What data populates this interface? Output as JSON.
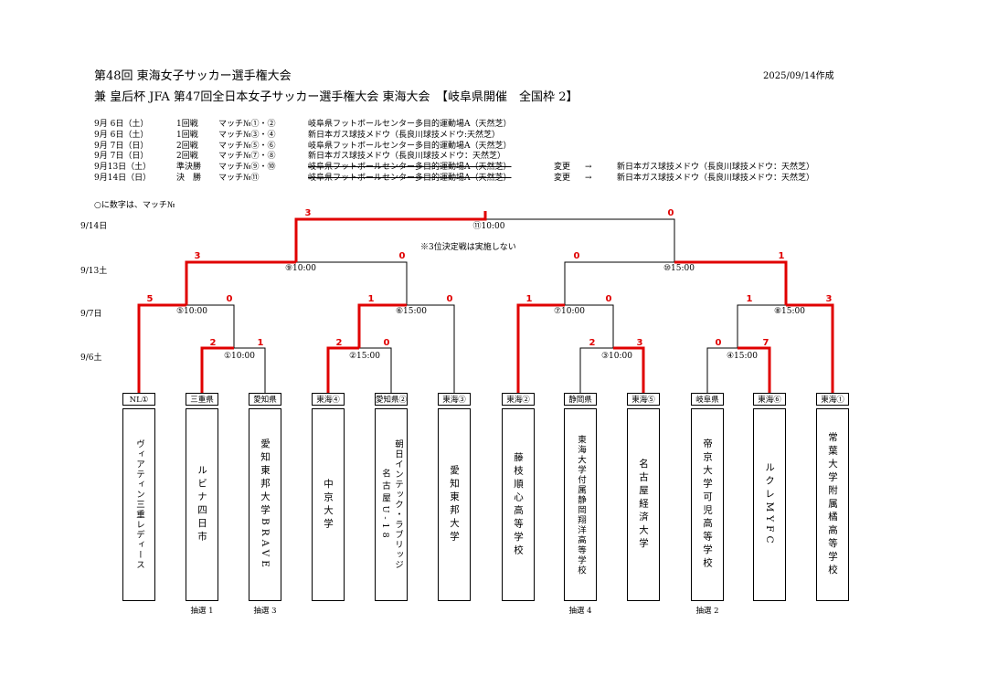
{
  "header": {
    "title1": "第48回 東海女子サッカー選手権大会",
    "title2": "兼 皇后杯 JFA 第47回全日本女子サッカー選手権大会 東海大会　【岐阜県開催　全国枠 2】",
    "created": "2025/09/14作成"
  },
  "schedule": [
    {
      "date": "9月 6日（土）",
      "round": "1回戦",
      "match": "マッチ№①・②",
      "venue": "岐阜県フットボールセンター多目的運動場A（天然芝）",
      "change": "",
      "arrow": "",
      "newvenue": ""
    },
    {
      "date": "9月 6日（土）",
      "round": "1回戦",
      "match": "マッチ№③・④",
      "venue": "新日本ガス球技メドウ（長良川球技メドウ:天然芝）",
      "change": "",
      "arrow": "",
      "newvenue": ""
    },
    {
      "date": "9月 7日（日）",
      "round": "2回戦",
      "match": "マッチ№⑤・⑥",
      "venue": "岐阜県フットボールセンター多目的運動場A（天然芝）",
      "change": "",
      "arrow": "",
      "newvenue": ""
    },
    {
      "date": "9月 7日（日）",
      "round": "2回戦",
      "match": "マッチ№⑦・⑧",
      "venue": "新日本ガス球技メドウ（長良川球技メドウ：天然芝）",
      "change": "",
      "arrow": "",
      "newvenue": ""
    },
    {
      "date": "9月13日（土）",
      "round": "準決勝",
      "match": "マッチ№⑨・⑩",
      "venue": "岐阜県フットボールセンター多目的運動場A（天然芝）",
      "change": "変更",
      "arrow": "→",
      "newvenue": "新日本ガス球技メドウ（長良川球技メドウ：天然芝）"
    },
    {
      "date": "9月14日（日）",
      "round": "決　勝",
      "match": "マッチ№⑪",
      "venue": "岐阜県フットボールセンター多目的運動場A（天然芝）",
      "change": "変更",
      "arrow": "→",
      "newvenue": "新日本ガス球技メドウ（長良川球技メドウ：天然芝）"
    }
  ],
  "note": "○に数字は、マッチ№",
  "rows": {
    "r4": "9/14日",
    "r3": "9/13土",
    "r2": "9/7日",
    "r1": "9/6土"
  },
  "no_third_place": "※3位決定戦は実施しない",
  "matches": {
    "m1": "①10:00",
    "m2": "②15:00",
    "m3": "③10:00",
    "m4": "④15:00",
    "m5": "⑤10:00",
    "m6": "⑥15:00",
    "m7": "⑦10:00",
    "m8": "⑧15:00",
    "m9": "⑨10:00",
    "m10": "⑩15:00",
    "m11": "⑪10:00"
  },
  "scores": {
    "m1": [
      "2",
      "1"
    ],
    "m2": [
      "2",
      "0"
    ],
    "m3": [
      "2",
      "3"
    ],
    "m4": [
      "0",
      "7"
    ],
    "m5": [
      "5",
      "0"
    ],
    "m6": [
      "1",
      "0"
    ],
    "m7": [
      "1",
      "0"
    ],
    "m8": [
      "1",
      "3"
    ],
    "m9": [
      "3",
      "0"
    ],
    "m10": [
      "0",
      "1"
    ],
    "m11": [
      "3",
      "0"
    ]
  },
  "teams": [
    {
      "seed": "NL①",
      "name": [
        "ヴィアティン三重レディース"
      ],
      "lot": ""
    },
    {
      "seed": "三重県",
      "name": [
        "ルビナ四日市"
      ],
      "lot": "抽選 1"
    },
    {
      "seed": "愛知県",
      "name": [
        "愛知東邦大学BRAVE"
      ],
      "lot": "抽選 3"
    },
    {
      "seed": "東海④",
      "name": [
        "中京大学"
      ],
      "lot": ""
    },
    {
      "seed": "愛知県②",
      "name": [
        "朝日インテック・ラブリッジ",
        "名古屋U-18"
      ],
      "lot": ""
    },
    {
      "seed": "東海③",
      "name": [
        "愛知東邦大学"
      ],
      "lot": ""
    },
    {
      "seed": "東海②",
      "name": [
        "藤枝順心高等学校"
      ],
      "lot": ""
    },
    {
      "seed": "静岡県",
      "name": [
        "東海大学付属静岡翔洋高等学校"
      ],
      "lot": "抽選 4"
    },
    {
      "seed": "東海⑤",
      "name": [
        "名古屋経済大学"
      ],
      "lot": ""
    },
    {
      "seed": "岐阜県",
      "name": [
        "帝京大学可児高等学校"
      ],
      "lot": "抽選 2"
    },
    {
      "seed": "東海⑥",
      "name": [
        "ルクレMYFC"
      ],
      "lot": ""
    },
    {
      "seed": "東海①",
      "name": [
        "常葉大学附属橘高等学校"
      ],
      "lot": ""
    }
  ]
}
